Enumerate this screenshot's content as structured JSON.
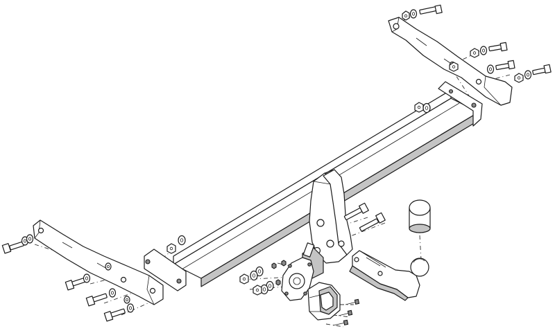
{
  "diagram": {
    "type": "exploded-assembly",
    "subject": "tow bar",
    "parts": [
      "cross-beam",
      "right-side-bracket",
      "left-side-bracket",
      "center-mount-plate",
      "tow-ball-neck",
      "tow-ball-cover",
      "socket-plate",
      "electrical-socket",
      "bolts",
      "washers",
      "nuts"
    ],
    "colors": {
      "line": "#1a1a1a",
      "shade": "#c4c4c4",
      "background": "#ffffff"
    }
  }
}
